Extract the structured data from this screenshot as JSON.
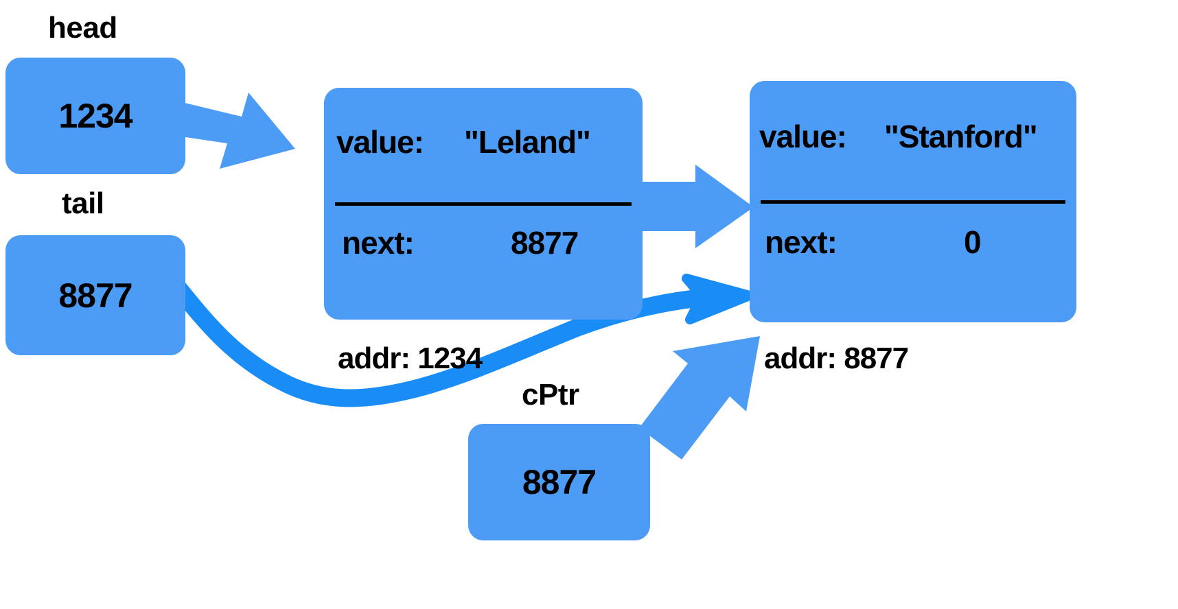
{
  "diagram": {
    "title": "Linked list pointer diagram",
    "colors": {
      "box_fill": "#4c9cf5",
      "block_arrow": "#4c9cf5",
      "freehand_arrow": "#1a8cf5",
      "text": "#000000",
      "background": "#ffffff"
    }
  },
  "pointers": [
    {
      "name": "head",
      "label": "head",
      "value": "1234"
    },
    {
      "name": "tail",
      "label": "tail",
      "value": "8877"
    },
    {
      "name": "cPtr",
      "label": "cPtr",
      "value": "8877"
    }
  ],
  "nodes": [
    {
      "name": "node-leland",
      "value_key": "value:",
      "value_val": "\"Leland\"",
      "next_key": "next:",
      "next_val": "8877",
      "addr_caption": "addr: 1234"
    },
    {
      "name": "node-stanford",
      "value_key": "value:",
      "value_val": "\"Stanford\"",
      "next_key": "next:",
      "next_val": "0",
      "addr_caption": "addr: 8877"
    }
  ],
  "arrows": [
    {
      "name": "head-to-leland",
      "kind": "block-arrow",
      "from": "head",
      "to": "node-leland"
    },
    {
      "name": "leland-to-stanford",
      "kind": "block-arrow",
      "from": "node-leland",
      "to": "node-stanford"
    },
    {
      "name": "tail-to-stanford",
      "kind": "freehand-arrow",
      "from": "tail",
      "to": "node-stanford"
    },
    {
      "name": "cptr-to-stanford",
      "kind": "block-arrow",
      "from": "cPtr",
      "to": "node-stanford"
    }
  ]
}
